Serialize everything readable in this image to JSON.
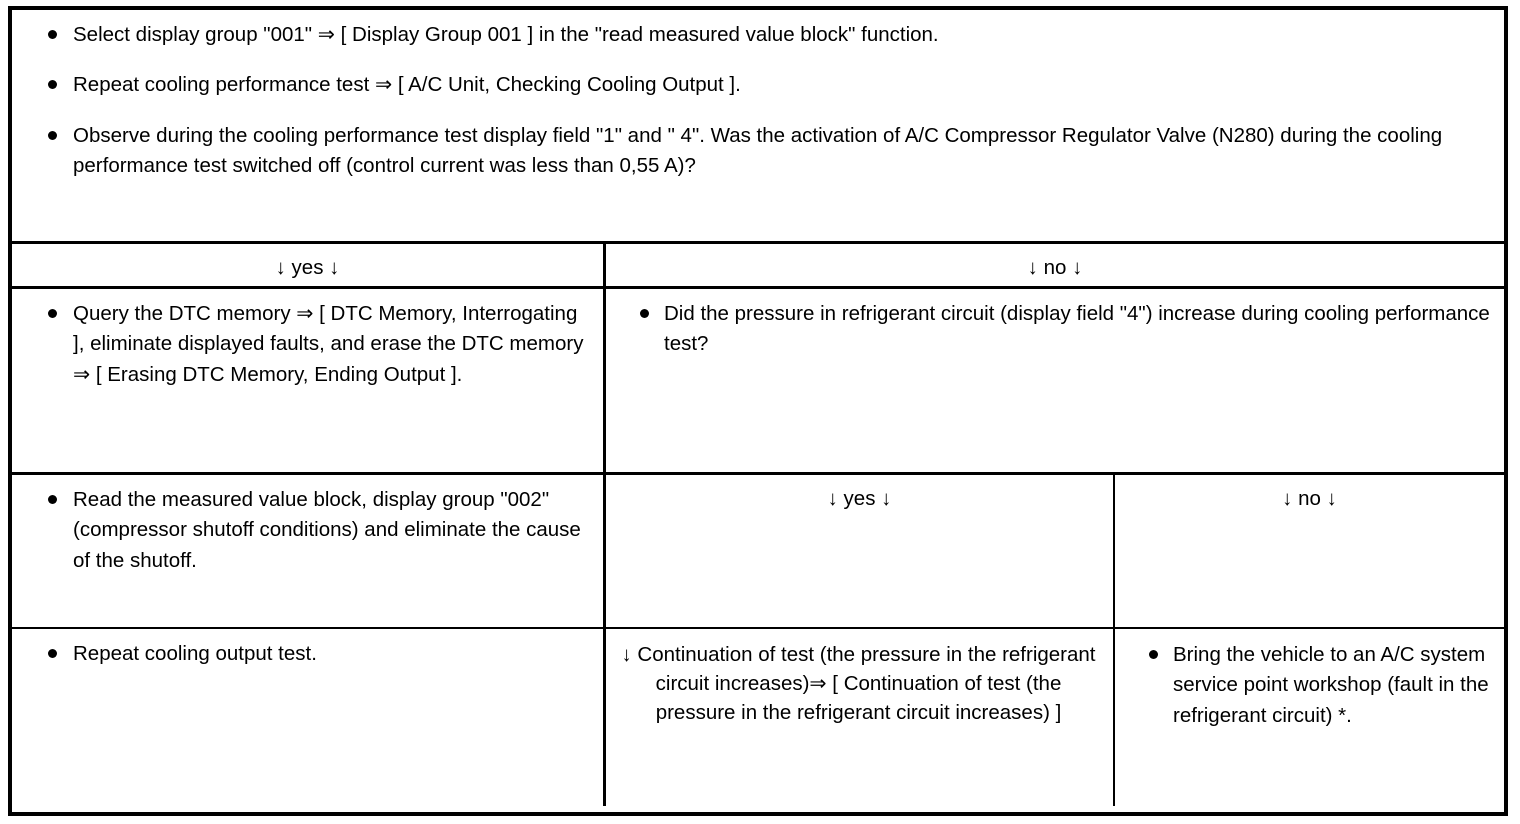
{
  "document": {
    "type": "diagnostic-flowchart",
    "title": "A/C cooling performance test flowchart"
  },
  "intro": {
    "steps": [
      "Select display group \"001\" ⇒ [ Display Group 001 ] in the \"read measured value block\" function.",
      "Repeat cooling performance test ⇒ [ A/C Unit, Checking Cooling Output ].",
      "Observe during the cooling performance test display field \"1\" and \" 4\". Was the activation of A/C Compressor Regulator Valve (N280) during the cooling performance test switched off (control current was less than 0,55 A)?"
    ]
  },
  "branch_header": {
    "yes": "↓ yes ↓",
    "no": "↓ no ↓"
  },
  "row_dtc": {
    "left": "Query the DTC memory ⇒ [ DTC Memory, Interrogating ], eliminate displayed faults, and erase the DTC memory ⇒ [ Erasing DTC Memory, Ending Output ].",
    "right": "Did the pressure in refrigerant circuit (display field \"4\") increase during cooling performance test?"
  },
  "row_mvb": {
    "left": "Read the measured value block, display group \"002\" (compressor shutoff conditions) and eliminate the cause of the shutoff.",
    "yes": "↓ yes ↓",
    "no": "↓ no ↓"
  },
  "row_repeat": {
    "left": "Repeat cooling output test.",
    "middle": "↓ Continuation of test (the pressure in the refrigerant circuit increases)⇒ [ Continuation of test (the pressure in the refrigerant circuit increases) ]",
    "right": "Bring the vehicle to an A/C system service point workshop (fault in the refrigerant circuit) *."
  },
  "colors": {
    "border": "#000000",
    "text": "#000000",
    "background": "#ffffff"
  }
}
